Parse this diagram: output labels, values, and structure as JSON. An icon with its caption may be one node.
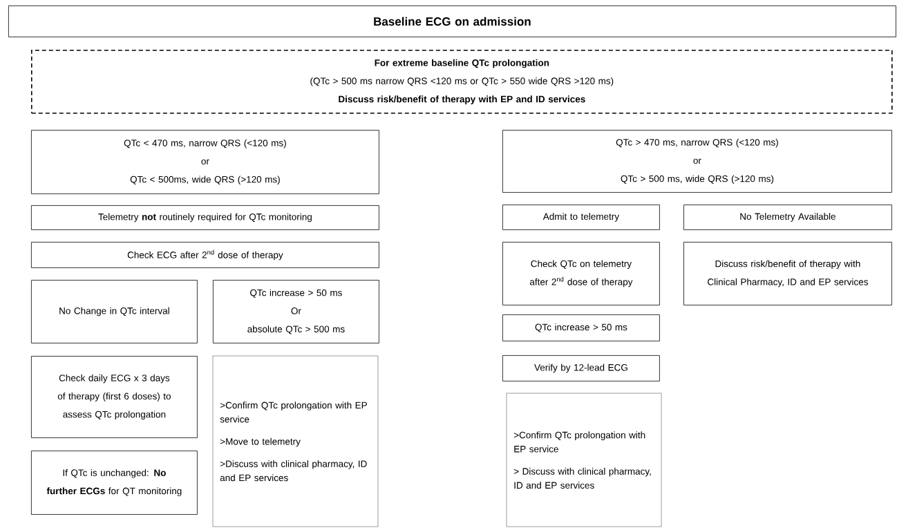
{
  "diagram": {
    "nodes": [
      {
        "text": [
          "Baseline ECG on admission"
        ]
      },
      {
        "text": [
          "For extreme baseline QTc prolongation",
          "(QTc  > 500 ms narrow QRS <120 ms  or  QTc > 550 wide QRS >120 ms)",
          "Discuss risk/benefit of therapy with EP and ID services"
        ]
      },
      {
        "text": [
          "QTc < 470 ms, narrow QRS (<120 ms)",
          "or",
          "QTc < 500ms, wide QRS (>120 ms)"
        ]
      },
      {
        "text": [
          "Telemetry **not** routinely required for QTc monitoring"
        ]
      },
      {
        "text": [
          "Check ECG after 2$^{nd}$ dose of therapy"
        ]
      },
      {
        "text": [
          "No Change in QTc interval"
        ]
      },
      {
        "text": [
          "QTc increase > 50 ms",
          "Or",
          "absolute QTc > 500 ms"
        ]
      },
      {
        "text": [
          "Check daily ECG x 3 days of therapy (first 6 doses) to assess QTc prolongation"
        ]
      },
      {
        "text": [
          ">Confirm QTc prolongation with EP service",
          ">Move to telemetry",
          ">Discuss with clinical pharmacy, ID and EP services"
        ]
      },
      {
        "text": [
          "If QTc is unchanged: **No further ECGs** for QT monitoring"
        ]
      },
      {
        "text": [
          "QTc  > 470 ms, narrow QRS (<120 ms)",
          "or",
          "QTc > 500 ms, wide QRS (>120 ms)"
        ]
      },
      {
        "text": [
          "Admit to telemetry"
        ]
      },
      {
        "text": [
          "No Telemetry Available"
        ]
      },
      {
        "text": [
          "Check QTc on telemetry after 2$^{nd}$ dose of therapy"
        ]
      },
      {
        "text": [
          "Discuss risk/benefit of therapy with Clinical Pharmacy, ID and EP services"
        ]
      },
      {
        "text": [
          "QTc increase > 50 ms"
        ]
      },
      {
        "text": [
          "Verify by 12-lead ECG"
        ]
      },
      {
        "text": [
          ">Confirm QTc prolongation with EP service",
          "> Discuss with clinical pharmacy, ID and EP services"
        ]
      }
    ]
  }
}
